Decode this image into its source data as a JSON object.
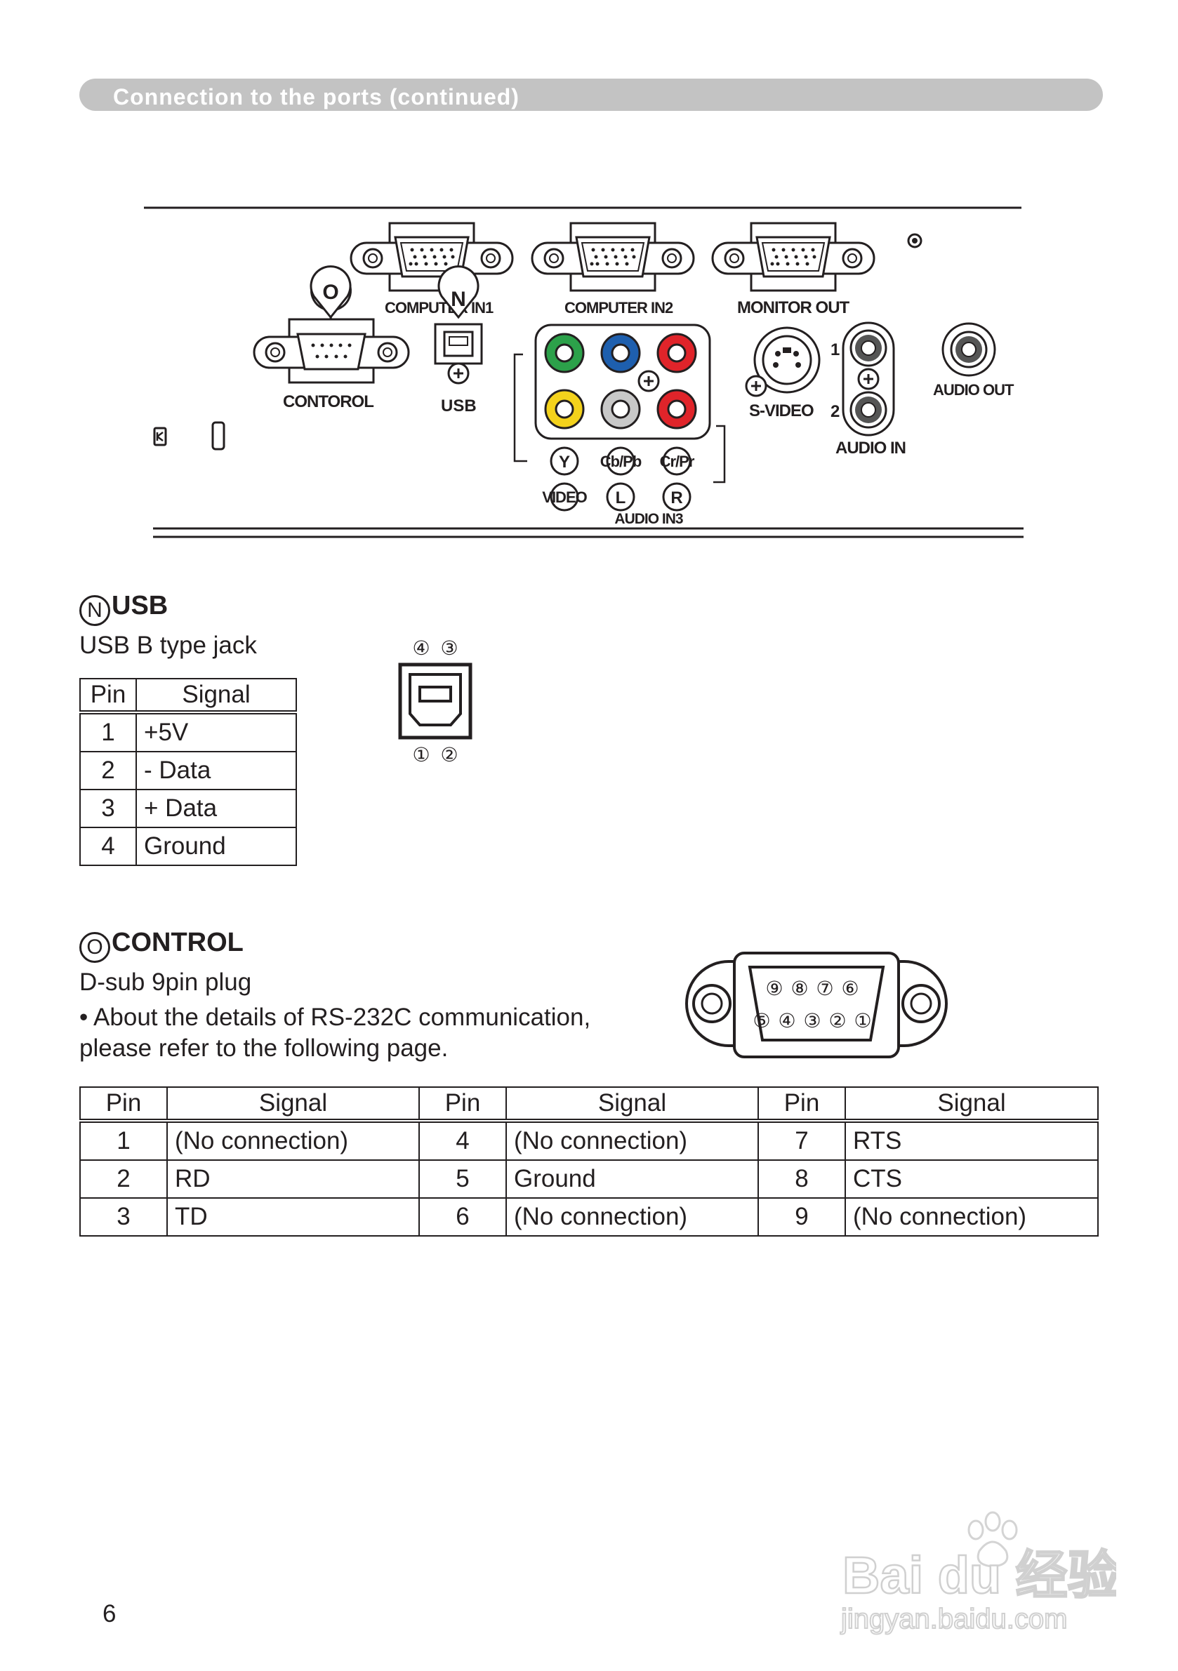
{
  "header": {
    "title": "Connection to the ports (continued)"
  },
  "panel": {
    "labels": {
      "computer_in1": "COMPUTER IN1",
      "computer_in2": "COMPUTER IN2",
      "monitor_out": "MONITOR OUT",
      "control": "CONTOROL",
      "usb": "USB",
      "s_video": "S-VIDEO",
      "audio_in": "AUDIO IN",
      "audio_out": "AUDIO OUT",
      "video": "VIDEO",
      "audio_in3": "AUDIO IN3",
      "y": "Y",
      "cb_pb": "Cb/Pb",
      "cr_pr": "Cr/Pr",
      "l": "L",
      "r": "R",
      "audio_in_1": "1",
      "audio_in_2": "2",
      "callout_o": "O",
      "callout_n": "N"
    }
  },
  "usb_section": {
    "marker": "N",
    "title": "USB",
    "subtitle": "USB B type jack",
    "pin_labels": {
      "p1": "①",
      "p2": "②",
      "p3": "③",
      "p4": "④"
    },
    "table": {
      "headers": [
        "Pin",
        "Signal"
      ],
      "rows": [
        [
          "1",
          "+5V"
        ],
        [
          "2",
          "- Data"
        ],
        [
          "3",
          "+ Data"
        ],
        [
          "4",
          "Ground"
        ]
      ]
    }
  },
  "control_section": {
    "marker": "O",
    "title": "CONTROL",
    "subtitle": "D-sub 9pin plug",
    "note_line1": "• About the details of RS-232C communication,",
    "note_line2": "please refer to the following page.",
    "pin_labels_top": [
      "⑨",
      "⑧",
      "⑦",
      "⑥"
    ],
    "pin_labels_bottom": [
      "⑤",
      "④",
      "③",
      "②",
      "①"
    ],
    "table": {
      "headers": [
        "Pin",
        "Signal",
        "Pin",
        "Signal",
        "Pin",
        "Signal"
      ],
      "rows": [
        [
          "1",
          "(No connection)",
          "4",
          "(No connection)",
          "7",
          "RTS"
        ],
        [
          "2",
          "RD",
          "5",
          "Ground",
          "8",
          "CTS"
        ],
        [
          "3",
          "TD",
          "6",
          "(No connection)",
          "9",
          "(No connection)"
        ]
      ]
    }
  },
  "footer": {
    "page_number": "6"
  },
  "watermark": {
    "brand": "Bai du 经验",
    "url": "jingyan.baidu.com"
  },
  "colors": {
    "jack_green": "#2ca14a",
    "jack_blue": "#1e5fae",
    "jack_red": "#e0242a",
    "jack_yellow": "#f4d21c",
    "jack_white": "#c8c8c8",
    "header_bar": "#c3c3c3"
  }
}
